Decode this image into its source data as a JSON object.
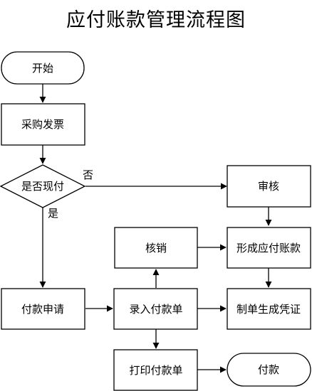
{
  "title": "应付账款管理流程图",
  "nodes": {
    "start": "开始",
    "purchase_invoice": "采购发票",
    "decision": "是否现付",
    "audit": "审核",
    "write_off": "核销",
    "form_payable": "形成应付账款",
    "payment_request": "付款申请",
    "enter_voucher": "录入付款单",
    "make_voucher": "制单生成凭证",
    "print_voucher": "打印付款单",
    "end": "付款"
  },
  "edge_labels": {
    "no": "否",
    "yes": "是"
  }
}
